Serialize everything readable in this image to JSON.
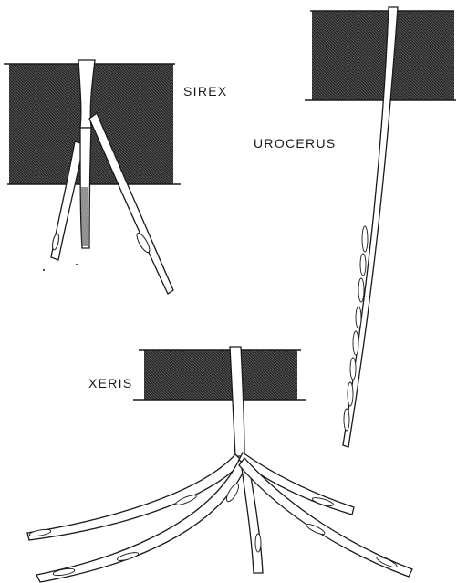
{
  "labels": {
    "sirex": "SIREX",
    "urocerus": "UROCERUS",
    "xeris": "XERIS"
  },
  "colors": {
    "wood": "#2b2b2b",
    "ink": "#1a1a1a",
    "paper": "#ffffff"
  }
}
